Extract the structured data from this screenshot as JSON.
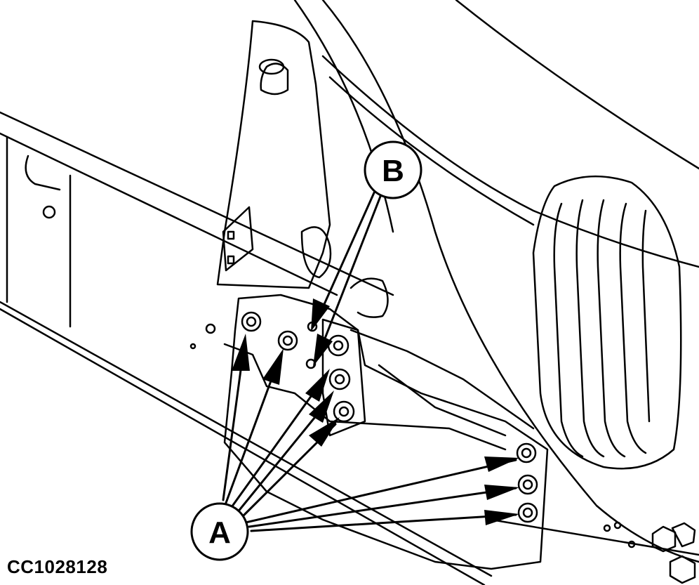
{
  "figure_id": "CC1028128",
  "callouts": {
    "a": "A",
    "b": "B"
  },
  "colors": {
    "line": "#000000",
    "background": "#ffffff"
  }
}
